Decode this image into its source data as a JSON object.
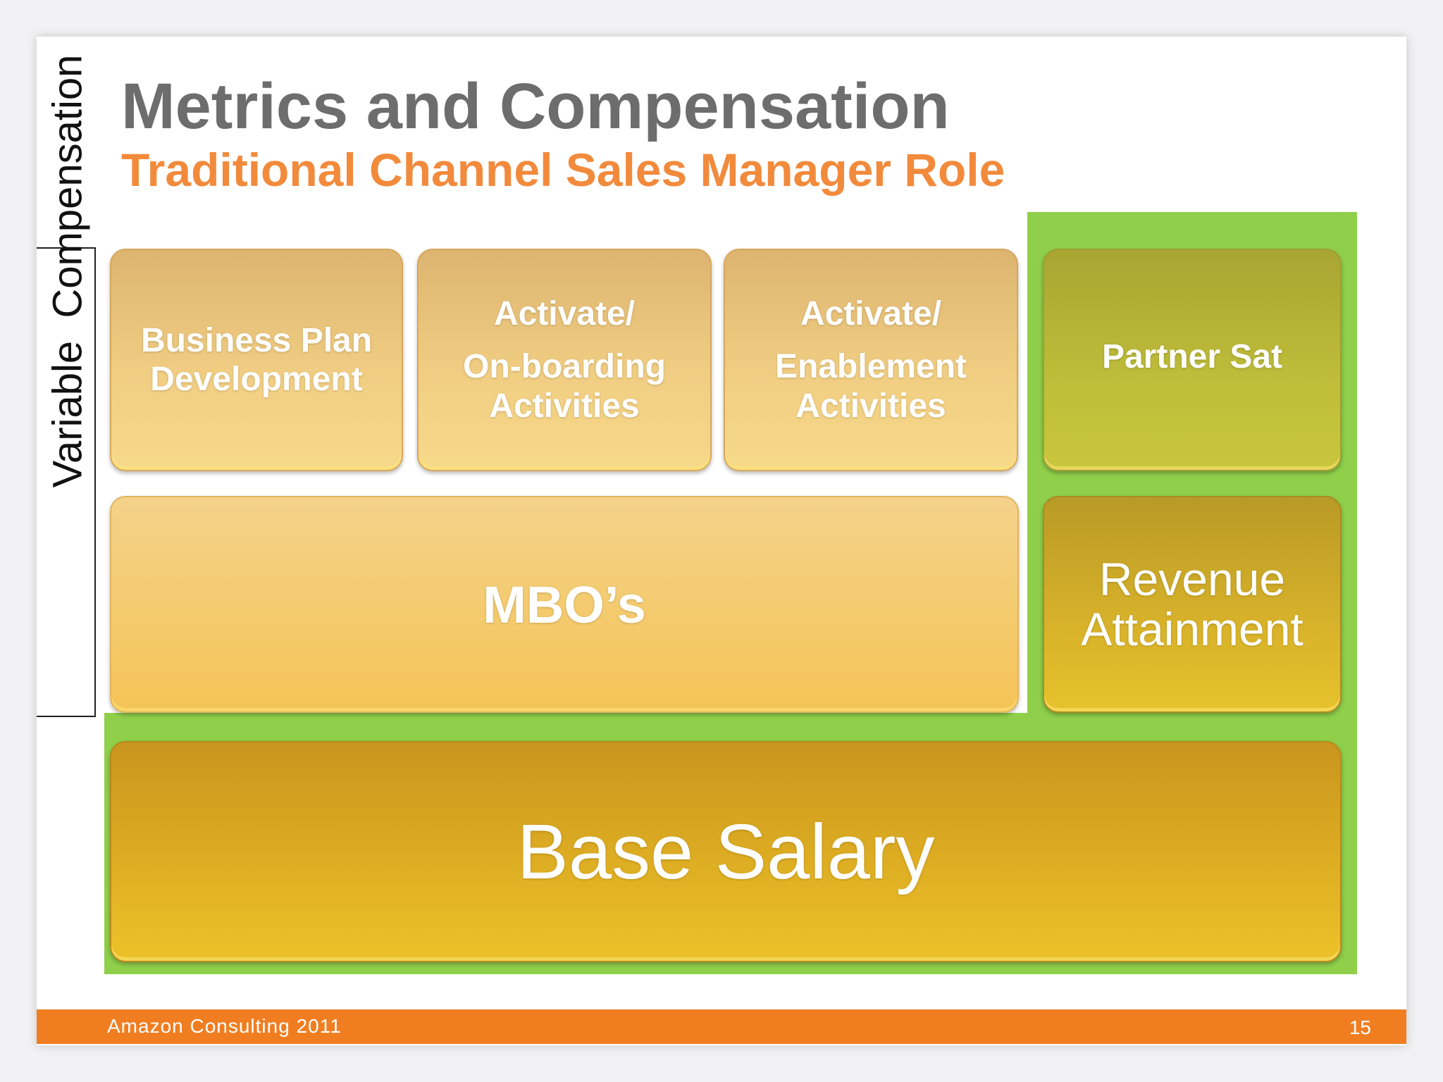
{
  "slide": {
    "title": "Metrics and Compensation",
    "subtitle": "Traditional Channel Sales Manager Role",
    "side_label": "Variable  Compensation",
    "blocks": {
      "business_plan": [
        "Business Plan",
        "Development"
      ],
      "onboarding": [
        "Activate/",
        "On-boarding",
        "Activities"
      ],
      "enablement": [
        "Activate/",
        "Enablement",
        "Activities"
      ],
      "partner_sat": "Partner Sat",
      "mbos": "MBO’s",
      "revenue": [
        "Revenue",
        "Attainment"
      ],
      "base_salary": "Base Salary"
    },
    "footer": {
      "left": "Amazon Consulting 2011",
      "page_number": "15"
    },
    "colors": {
      "green_frame": "#8fcf4a",
      "footer_bar": "#f07e21",
      "subtitle": "#f28a3c",
      "title": "#6d6d6d"
    }
  }
}
